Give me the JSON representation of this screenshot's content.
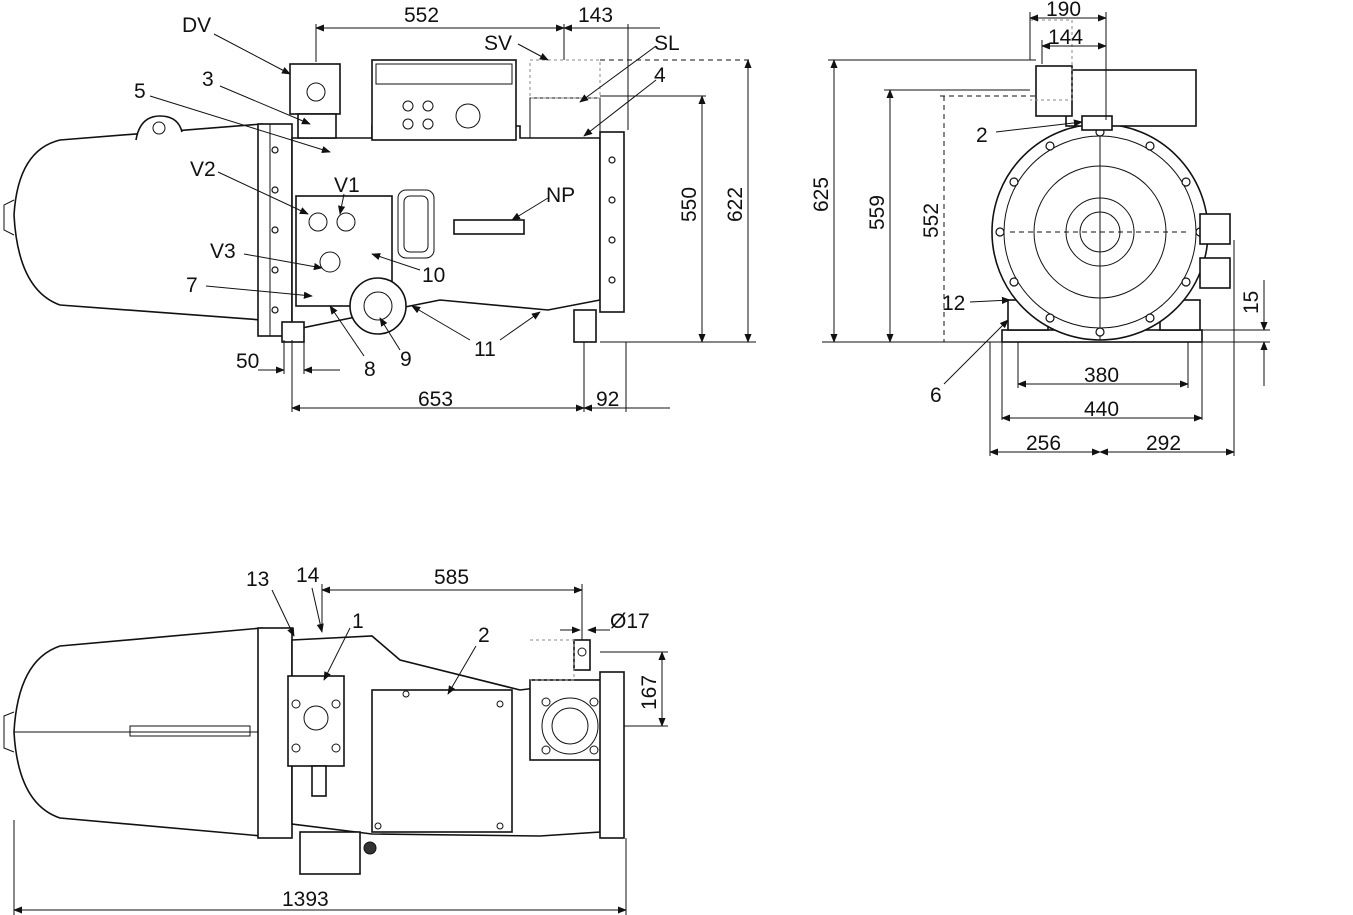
{
  "side_view": {
    "dimensions": {
      "d552": "552",
      "d143": "143",
      "d550": "550",
      "d622": "622",
      "d50": "50",
      "d653": "653",
      "d92": "92"
    },
    "callouts": {
      "dv": "DV",
      "c3": "3",
      "c5": "5",
      "sv": "SV",
      "sl": "SL",
      "c4": "4",
      "v2": "V2",
      "v1": "V1",
      "np": "NP",
      "v3": "V3",
      "c7": "7",
      "c10": "10",
      "c11": "11",
      "c8": "8",
      "c9": "9"
    }
  },
  "end_view": {
    "dimensions": {
      "d190": "190",
      "d144": "144",
      "d625": "625",
      "d559": "559",
      "d552": "552",
      "d15": "15",
      "d380": "380",
      "d440": "440",
      "d256": "256",
      "d292": "292"
    },
    "callouts": {
      "c2": "2",
      "c12": "12",
      "c6": "6"
    }
  },
  "top_view": {
    "dimensions": {
      "d585": "585",
      "d17": "Ø17",
      "d167": "167",
      "d1393": "1393"
    },
    "callouts": {
      "c13": "13",
      "c14": "14",
      "c1": "1",
      "c2": "2"
    }
  }
}
